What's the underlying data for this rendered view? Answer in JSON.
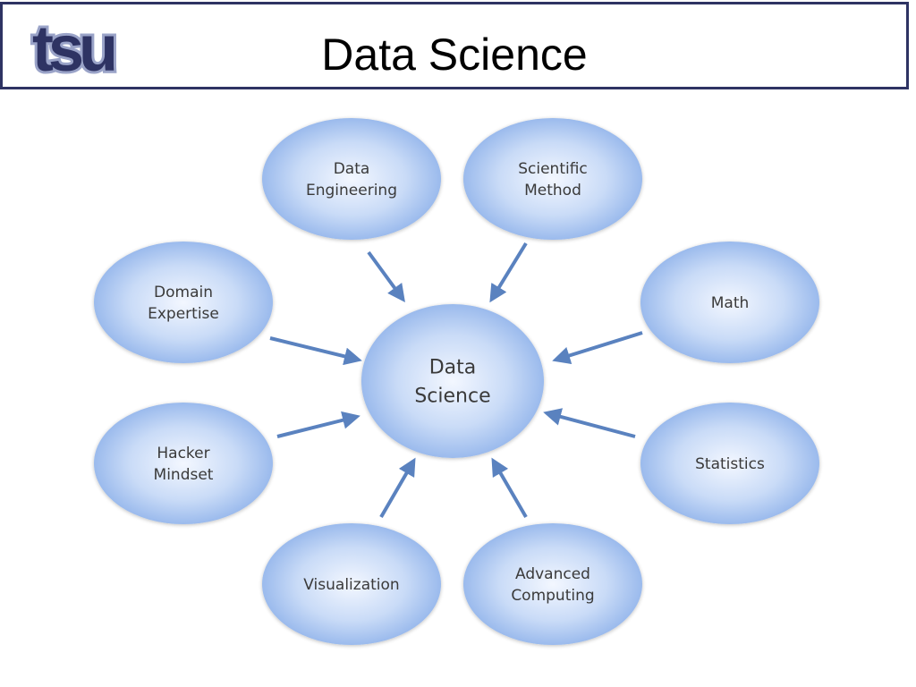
{
  "header": {
    "title": "Data Science"
  },
  "logo": {
    "text": "tsu",
    "color": "#2e3363",
    "outline_color": "#9aa3c8"
  },
  "diagram": {
    "center": {
      "label_lines": [
        "Data",
        "Science"
      ]
    },
    "nodes": [
      {
        "id": "data-engineering",
        "label_lines": [
          "Data",
          "Engineering"
        ]
      },
      {
        "id": "scientific-method",
        "label_lines": [
          "Scientific",
          "Method"
        ]
      },
      {
        "id": "math",
        "label_lines": [
          "Math"
        ]
      },
      {
        "id": "statistics",
        "label_lines": [
          "Statistics"
        ]
      },
      {
        "id": "advanced-computing",
        "label_lines": [
          "Advanced",
          "Computing"
        ]
      },
      {
        "id": "visualization",
        "label_lines": [
          "Visualization"
        ]
      },
      {
        "id": "hacker-mindset",
        "label_lines": [
          "Hacker",
          "Mindset"
        ]
      },
      {
        "id": "domain-expertise",
        "label_lines": [
          "Domain",
          "Expertise"
        ]
      }
    ],
    "colors": {
      "bubble_light": "#f3f7ff",
      "bubble_mid": "#c9dbf7",
      "bubble_dark": "#8fb2ea",
      "arrow": "#5a82bf",
      "label": "#3a3a3a"
    }
  }
}
